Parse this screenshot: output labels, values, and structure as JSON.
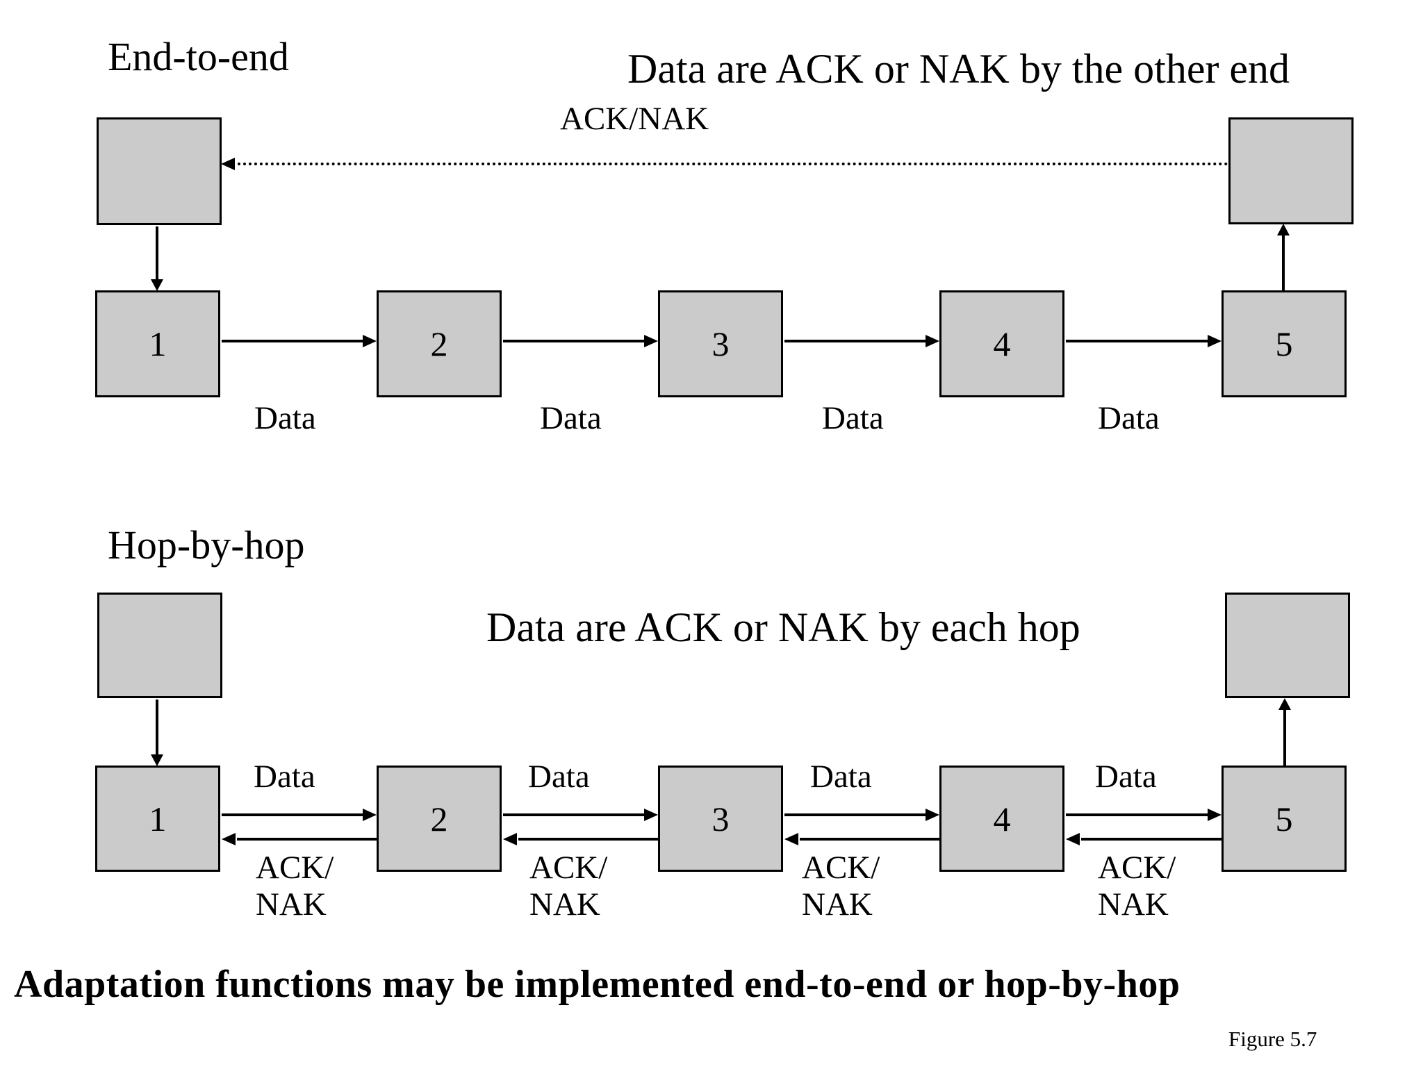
{
  "colors": {
    "background": "#ffffff",
    "box_fill": "#cbcbcb",
    "line": "#000000"
  },
  "end_to_end": {
    "title": "End-to-end",
    "heading": "Data are ACK or NAK by the other end",
    "ack_label": "ACK/NAK",
    "nodes": [
      "1",
      "2",
      "3",
      "4",
      "5"
    ],
    "data_labels": [
      "Data",
      "Data",
      "Data",
      "Data"
    ]
  },
  "hop_by_hop": {
    "title": "Hop-by-hop",
    "heading": "Data are ACK or NAK by each hop",
    "nodes": [
      "1",
      "2",
      "3",
      "4",
      "5"
    ],
    "data_labels": [
      "Data",
      "Data",
      "Data",
      "Data"
    ],
    "ack_labels": [
      "ACK/\nNAK",
      "ACK/\nNAK",
      "ACK/\nNAK",
      "ACK/\nNAK"
    ]
  },
  "caption": "Adaptation functions may be implemented end-to-end or hop-by-hop",
  "figure_label": "Figure 5.7"
}
